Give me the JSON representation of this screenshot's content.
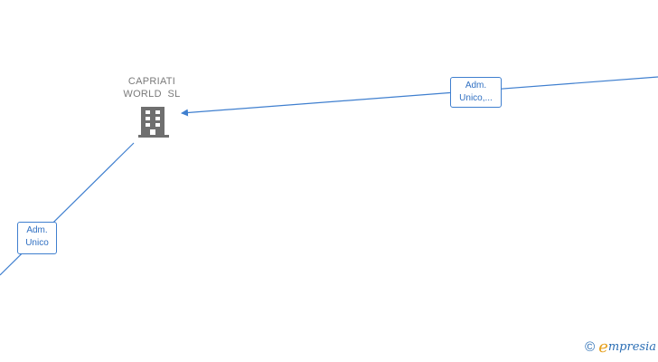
{
  "company": {
    "name_line1": "CAPRIATI",
    "name_line2": "WORLD  SL",
    "icon": "building-icon"
  },
  "relations": [
    {
      "id": "top",
      "label_line1": "Adm.",
      "label_line2": "Unico,..."
    },
    {
      "id": "left",
      "label_line1": "Adm.",
      "label_line2": "Unico"
    }
  ],
  "watermark": {
    "symbol": "©",
    "brand_initial": "e",
    "brand_rest": "mpresia"
  },
  "colors": {
    "edge": "#3f7fcf",
    "node_text": "#7a7a7a",
    "icon": "#6f6f6f",
    "brand_accent": "#e6a01c"
  }
}
